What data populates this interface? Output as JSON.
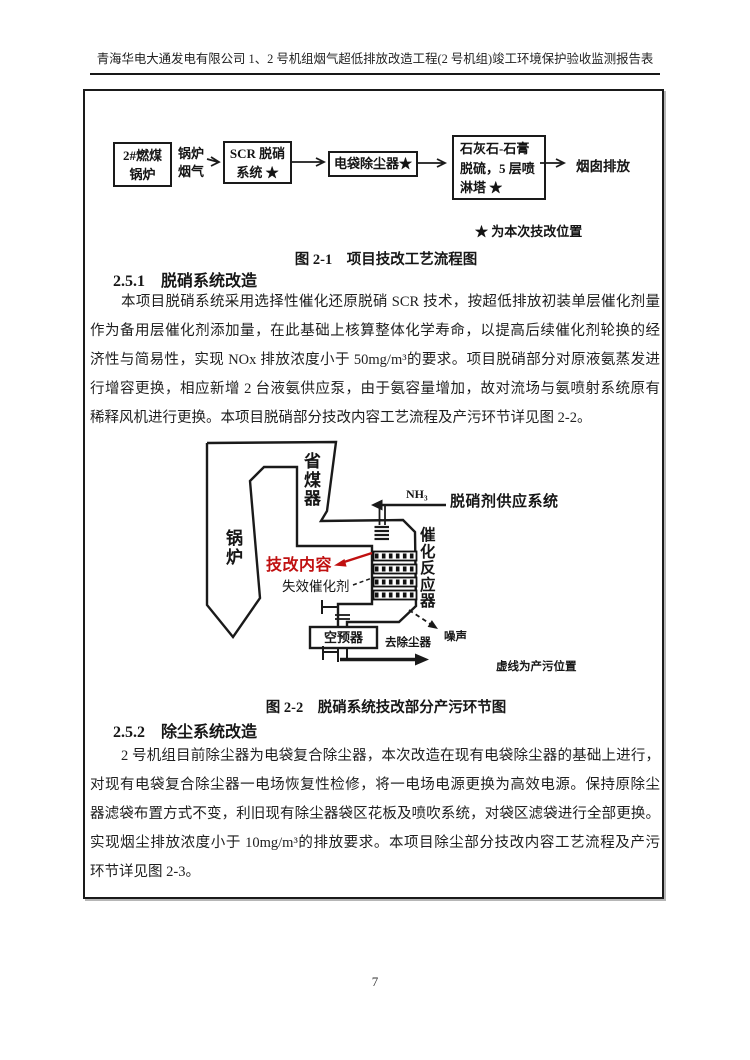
{
  "page": {
    "header": "青海华电大通发电有限公司 1、2 号机组烟气超低排放改造工程(2 号机组)竣工环境保护验收监测报告表",
    "page_number": "7"
  },
  "flowchart": {
    "box_boiler": "2#燃煤\n锅炉",
    "flow_label": "锅炉\n烟气",
    "box_scr": "SCR 脱硝\n系统 ★",
    "box_esp": "电袋除尘器★",
    "box_fgd": "石灰石-石膏\n脱硫，5 层喷\n淋塔 ★",
    "outlet": "烟囱排放",
    "legend": "★ 为本次技改位置"
  },
  "figure1": {
    "caption": "图 2-1　项目技改工艺流程图"
  },
  "section1": {
    "heading": "2.5.1　脱硝系统改造",
    "lines": [
      "本项目脱硝系统采用选择性催化还原脱硝 SCR 技术，按超低排放初装单层催化剂量",
      "作为备用层催化剂添加量，在此基础上核算整体化学寿命，以提高后续催化剂轮换的经",
      "济性与简易性，实现 NOx 排放浓度小于 50mg/m³的要求。项目脱硝部分对原液氨蒸发进",
      "行增容更换，相应新增 2 台液氨供应泵，由于氨容量增加，故对流场与氨喷射系统原有",
      "稀释风机进行更换。本项目脱硝部分技改内容工艺流程及产污环节详见图 2-2。"
    ]
  },
  "figure2": {
    "labels": {
      "boiler": "锅\n炉",
      "economizer": "省\n煤\n器",
      "nh3": "NH₃",
      "supply_system": "脱硝剂供应系统",
      "reactor": "催\n化\n反\n应\n器",
      "retrofit": "技改内容",
      "spent_catalyst": "失效催化剂",
      "air_preheater": "空预器",
      "to_dust_collector": "去除尘器",
      "noise": "噪声",
      "legend": "虚线为产污位置"
    },
    "caption": "图 2-2　脱硝系统技改部分产污环节图"
  },
  "section2": {
    "heading": "2.5.2　除尘系统改造",
    "lines": [
      "2 号机组目前除尘器为电袋复合除尘器，本次改造在现有电袋除尘器的基础上进行，",
      "对现有电袋复合除尘器一电场恢复性检修，将一电场电源更换为高效电源。保持原除尘",
      "器滤袋布置方式不变，利旧现有除尘器袋区花板及喷吹系统，对袋区滤袋进行全部更换。",
      "实现烟尘排放浓度小于 10mg/m³的排放要求。本项目除尘部分技改内容工艺流程及产污",
      "环节详见图 2-3。"
    ]
  },
  "colors": {
    "accent_red": "#c01010",
    "ink": "#1a1a1a"
  }
}
